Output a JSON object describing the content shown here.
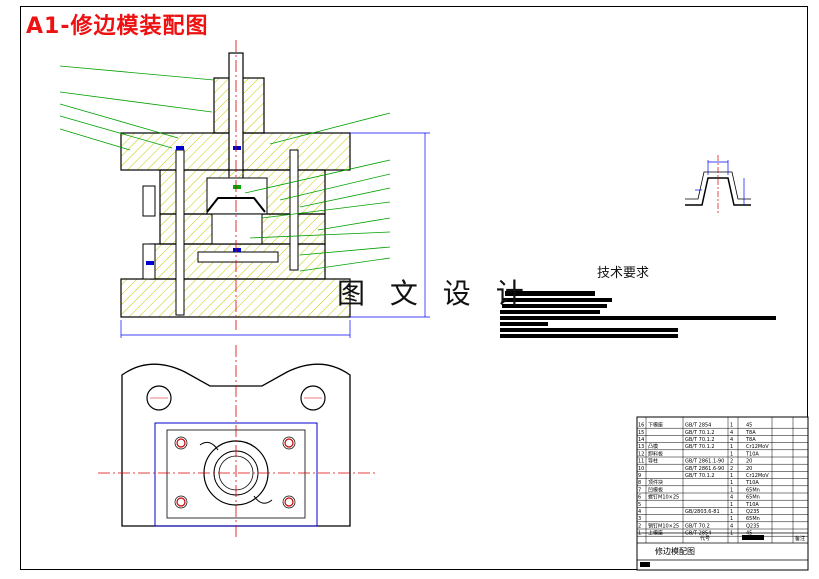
{
  "header": {
    "title": "A1-修边模装配图"
  },
  "watermark": {
    "text": "图 文 设 计"
  },
  "tech": {
    "title": "技术要求"
  },
  "title_block": {
    "drawing_name": "修边模配图",
    "col_code": "代号",
    "col_note": "备注",
    "rows": [
      {
        "no": "16",
        "name": "下模座",
        "std": "GB/T 2854",
        "qty": "1",
        "mat": "45"
      },
      {
        "no": "15",
        "name": "",
        "std": "GB/T 70.1.2",
        "qty": "4",
        "mat": "T8A"
      },
      {
        "no": "14",
        "name": "",
        "std": "GB/T 70.1.2",
        "qty": "4",
        "mat": "T8A"
      },
      {
        "no": "13",
        "name": "凸模",
        "std": "GB/T 70.1.2",
        "qty": "1",
        "mat": "Cr12MoV"
      },
      {
        "no": "12",
        "name": "卸料板",
        "std": "",
        "qty": "1",
        "mat": "T10A"
      },
      {
        "no": "11",
        "name": "导柱",
        "std": "GB/T 2861.1-90",
        "qty": "2",
        "mat": "20"
      },
      {
        "no": "10",
        "name": "",
        "std": "GB/T 2861.6-90",
        "qty": "2",
        "mat": "20"
      },
      {
        "no": "9",
        "name": "",
        "std": "GB/T 70.1.2",
        "qty": "1",
        "mat": "Cr12MoV"
      },
      {
        "no": "8",
        "name": "顶件块",
        "std": "",
        "qty": "1",
        "mat": "T10A"
      },
      {
        "no": "7",
        "name": "凹模板",
        "std": "",
        "qty": "1",
        "mat": "65Mn"
      },
      {
        "no": "6",
        "name": "螺钉M10×25",
        "std": "",
        "qty": "4",
        "mat": "65Mn"
      },
      {
        "no": "5",
        "name": "",
        "std": "",
        "qty": "1",
        "mat": "T10A"
      },
      {
        "no": "4",
        "name": "",
        "std": "GB/2803.6-81",
        "qty": "1",
        "mat": "Q235"
      },
      {
        "no": "3",
        "name": "",
        "std": "",
        "qty": "1",
        "mat": "65Mn"
      },
      {
        "no": "2",
        "name": "销钉M10×25",
        "std": "GB/T 70.2",
        "qty": "4",
        "mat": "Q235"
      },
      {
        "no": "1",
        "name": "上模座",
        "std": "GB/T 2854",
        "qty": "1",
        "mat": "45"
      }
    ]
  },
  "colors": {
    "outline": "#000000",
    "hatch": "#c8c800",
    "centerline": "#d00000",
    "leader": "#00a000",
    "dimension": "#0000ff",
    "accent_red": "#e11111",
    "hidden": "#ff00ff"
  }
}
